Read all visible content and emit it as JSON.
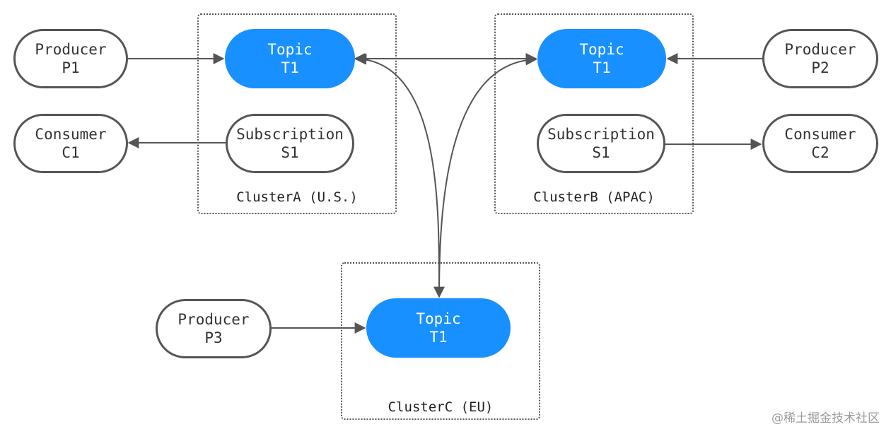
{
  "colors": {
    "topic_fill": "#1890ff",
    "stroke": "#555555",
    "edge": "#555555"
  },
  "clusters": {
    "a": {
      "label": "ClusterA (U.S.)"
    },
    "b": {
      "label": "ClusterB (APAC)"
    },
    "c": {
      "label": "ClusterC (EU)"
    }
  },
  "nodes": {
    "producer_p1": {
      "line1": "Producer",
      "line2": "P1"
    },
    "consumer_c1": {
      "line1": "Consumer",
      "line2": "C1"
    },
    "topic_a": {
      "line1": "Topic",
      "line2": "T1"
    },
    "subscription_a": {
      "line1": "Subscription",
      "line2": "S1"
    },
    "topic_b": {
      "line1": "Topic",
      "line2": "T1"
    },
    "subscription_b": {
      "line1": "Subscription",
      "line2": "S1"
    },
    "producer_p2": {
      "line1": "Producer",
      "line2": "P2"
    },
    "consumer_c2": {
      "line1": "Consumer",
      "line2": "C2"
    },
    "producer_p3": {
      "line1": "Producer",
      "line2": "P3"
    },
    "topic_c": {
      "line1": "Topic",
      "line2": "T1"
    }
  },
  "watermark": "@稀土掘金技术社区"
}
